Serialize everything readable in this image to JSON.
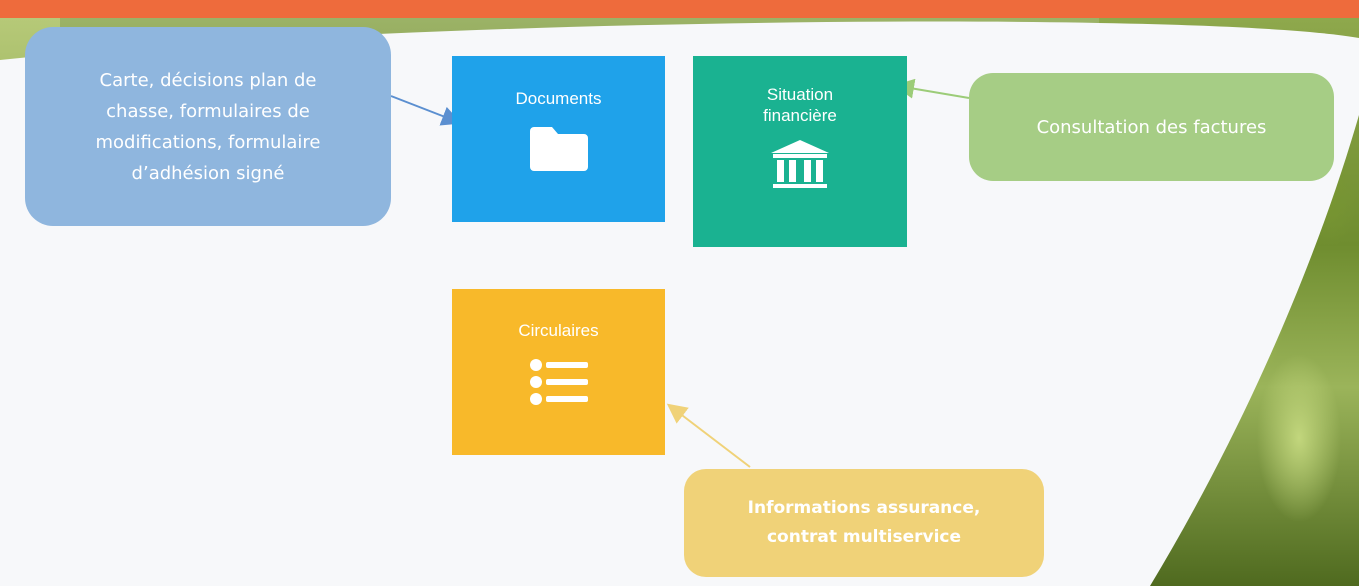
{
  "tiles": {
    "documents": {
      "label": "Documents",
      "icon": "folder-icon",
      "color": "#1fa2ea"
    },
    "financial": {
      "label_line1": "Situation",
      "label_line2": "financière",
      "icon": "bank-icon",
      "color": "#1ab291"
    },
    "circulaires": {
      "label": "Circulaires",
      "icon": "list-icon",
      "color": "#f8b92a"
    }
  },
  "callouts": {
    "documents": {
      "lines": [
        "Carte, décisions plan de",
        "chasse, formulaires de",
        "modifications, formulaire",
        "d’adhésion signé"
      ],
      "color": "#8fb6de"
    },
    "factures": {
      "text": "Consultation des factures",
      "color": "#a6cd85"
    },
    "assurance": {
      "lines": [
        "Informations assurance,",
        "contrat multiservice"
      ],
      "color": "#f0d278"
    }
  },
  "colors": {
    "topbar": "#ee6b3c",
    "panel": "#f7f8fa"
  }
}
